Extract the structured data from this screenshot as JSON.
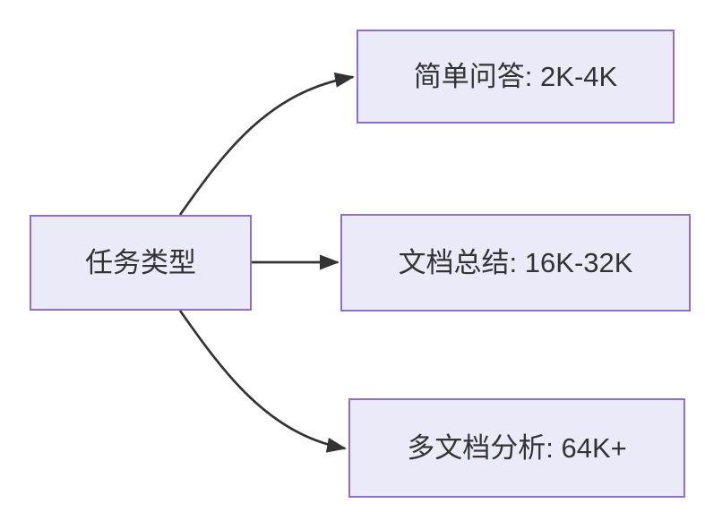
{
  "diagram": {
    "type": "flowchart-left-to-right",
    "root_node": {
      "label": "任务类型"
    },
    "branch_nodes": [
      {
        "label": "简单问答: 2K-4K"
      },
      {
        "label": "文档总结: 16K-32K"
      },
      {
        "label": "多文档分析: 64K+"
      }
    ],
    "edges": [
      {
        "from": "任务类型",
        "to": "简单问答: 2K-4K"
      },
      {
        "from": "任务类型",
        "to": "文档总结: 16K-32K"
      },
      {
        "from": "任务类型",
        "to": "多文档分析: 64K+"
      }
    ],
    "colors": {
      "canvas_background": "#FFFFFF",
      "node_fill": "#EBEAF9",
      "node_border": "#8F6FC9",
      "node_text": "#333333",
      "edge_line": "#333333"
    }
  }
}
